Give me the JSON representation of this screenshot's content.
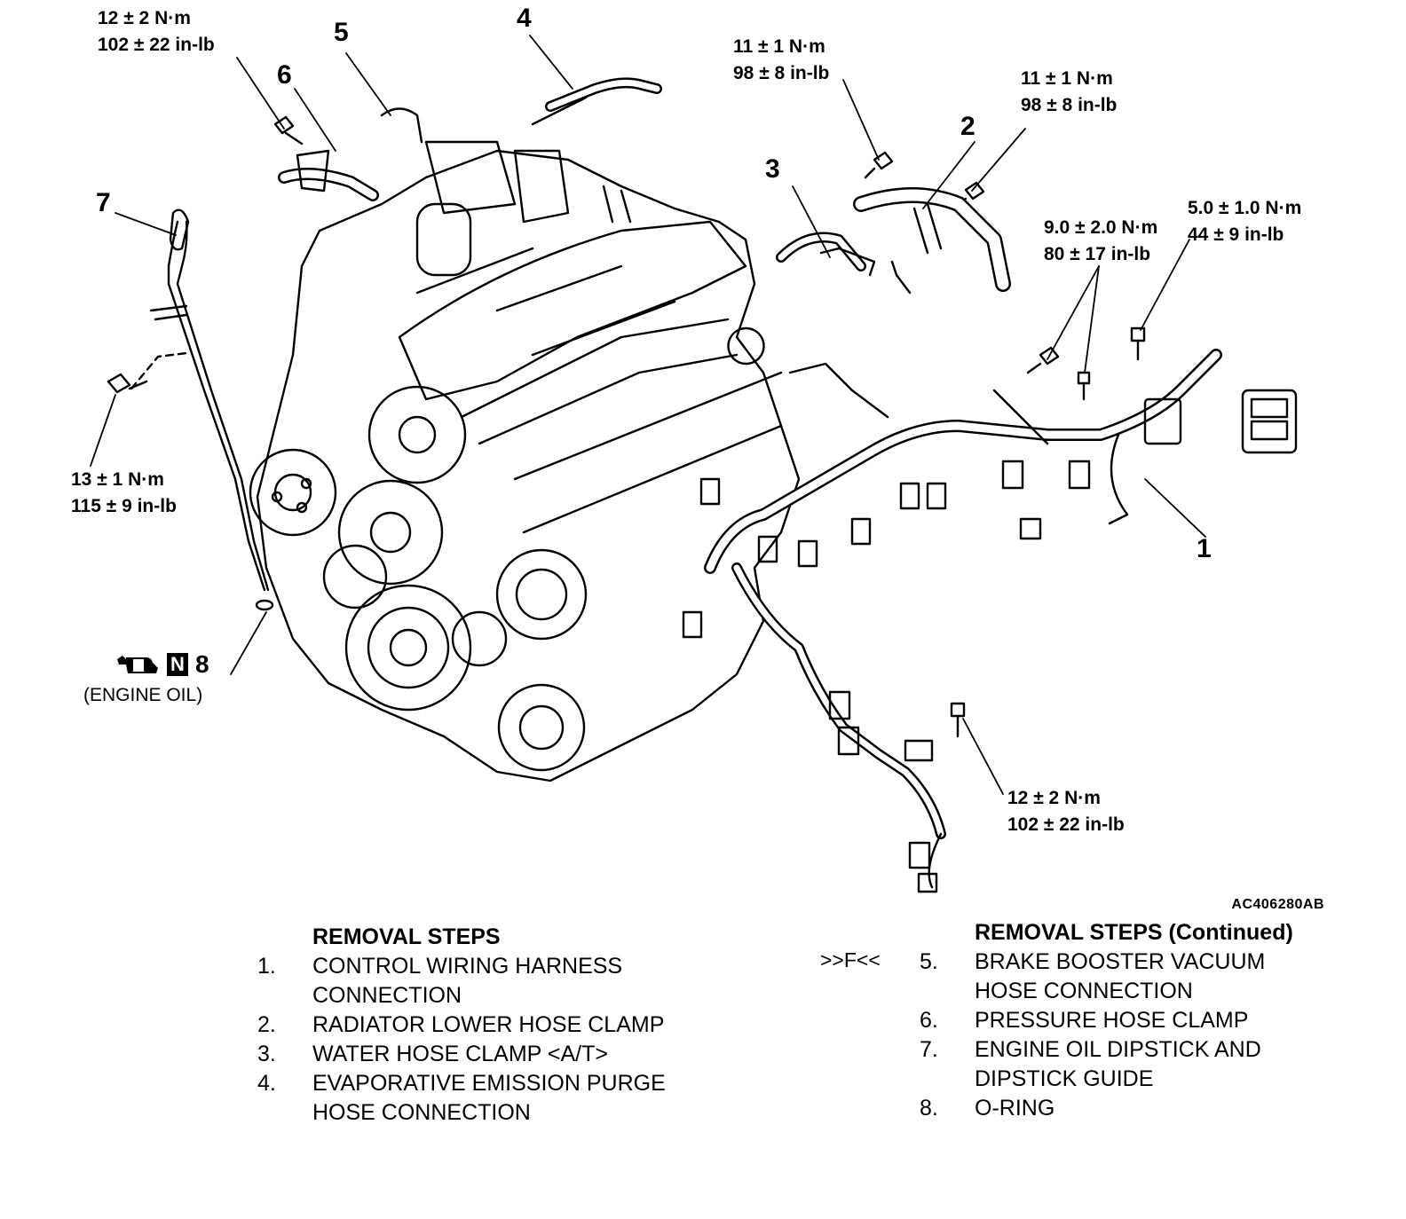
{
  "torque_labels": {
    "t_12_top": [
      "12 ± 2 N·m",
      "102 ± 22 in-lb"
    ],
    "t_11_a": [
      "11 ± 1 N·m",
      "98 ± 8 in-lb"
    ],
    "t_11_b": [
      "11 ± 1 N·m",
      "98 ± 8 in-lb"
    ],
    "t_9": [
      "9.0 ± 2.0 N·m",
      "80 ± 17 in-lb"
    ],
    "t_5": [
      "5.0 ± 1.0 N·m",
      "44 ± 9 in-lb"
    ],
    "t_13": [
      "13 ± 1 N·m",
      "115 ± 9 in-lb"
    ],
    "t_12_bottom": [
      "12 ± 2 N·m",
      "102 ± 22 in-lb"
    ]
  },
  "callouts": [
    "1",
    "2",
    "3",
    "4",
    "5",
    "6",
    "7"
  ],
  "oil_note": {
    "symbol": "oil-can-icon",
    "mark": "N",
    "number": "8",
    "label": "(ENGINE OIL)"
  },
  "figure_code": "AC406280AB",
  "removal_steps": {
    "heading": "REMOVAL STEPS",
    "items": [
      {
        "num": "1.",
        "text": "CONTROL WIRING HARNESS CONNECTION"
      },
      {
        "num": "2.",
        "text": "RADIATOR LOWER HOSE CLAMP"
      },
      {
        "num": "3.",
        "text": "WATER HOSE CLAMP <A/T>"
      },
      {
        "num": "4.",
        "text": "EVAPORATIVE EMISSION PURGE HOSE CONNECTION"
      }
    ]
  },
  "removal_steps_continued": {
    "heading": "REMOVAL STEPS (Continued)",
    "service_mark": ">>F<<",
    "items": [
      {
        "num": "5.",
        "text": "BRAKE BOOSTER VACUUM HOSE CONNECTION"
      },
      {
        "num": "6.",
        "text": "PRESSURE HOSE CLAMP"
      },
      {
        "num": "7.",
        "text": "ENGINE OIL DIPSTICK AND DIPSTICK GUIDE"
      },
      {
        "num": "8.",
        "text": "O-RING"
      }
    ]
  }
}
